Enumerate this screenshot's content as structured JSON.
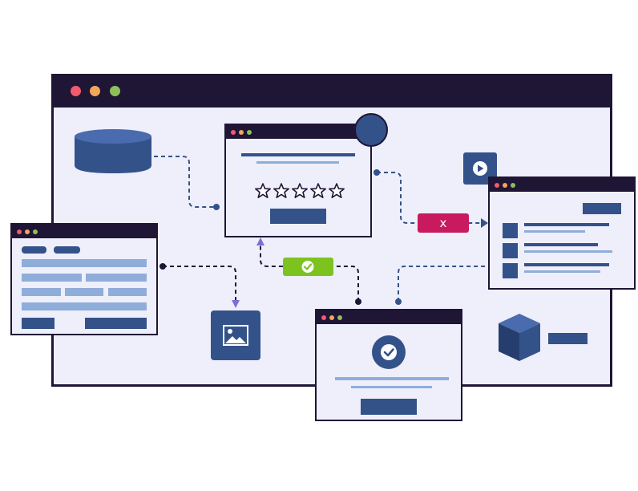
{
  "colors": {
    "frame": "#1f1535",
    "canvas": "#eeeffa",
    "primary": "#34528a",
    "light": "#8fadd9",
    "success": "#7cc320",
    "error": "#c9195f",
    "dot_red": "#f25a6e",
    "dot_orange": "#f2a65a",
    "dot_green": "#8dc05a"
  },
  "error_badge": {
    "label": "x"
  },
  "rating": {
    "stars": 5,
    "filled": 0
  },
  "icons": {
    "database": "database-icon",
    "image": "image-icon",
    "video": "play-icon",
    "cube": "cube-icon",
    "success": "checkmark-icon",
    "star": "star-icon"
  }
}
